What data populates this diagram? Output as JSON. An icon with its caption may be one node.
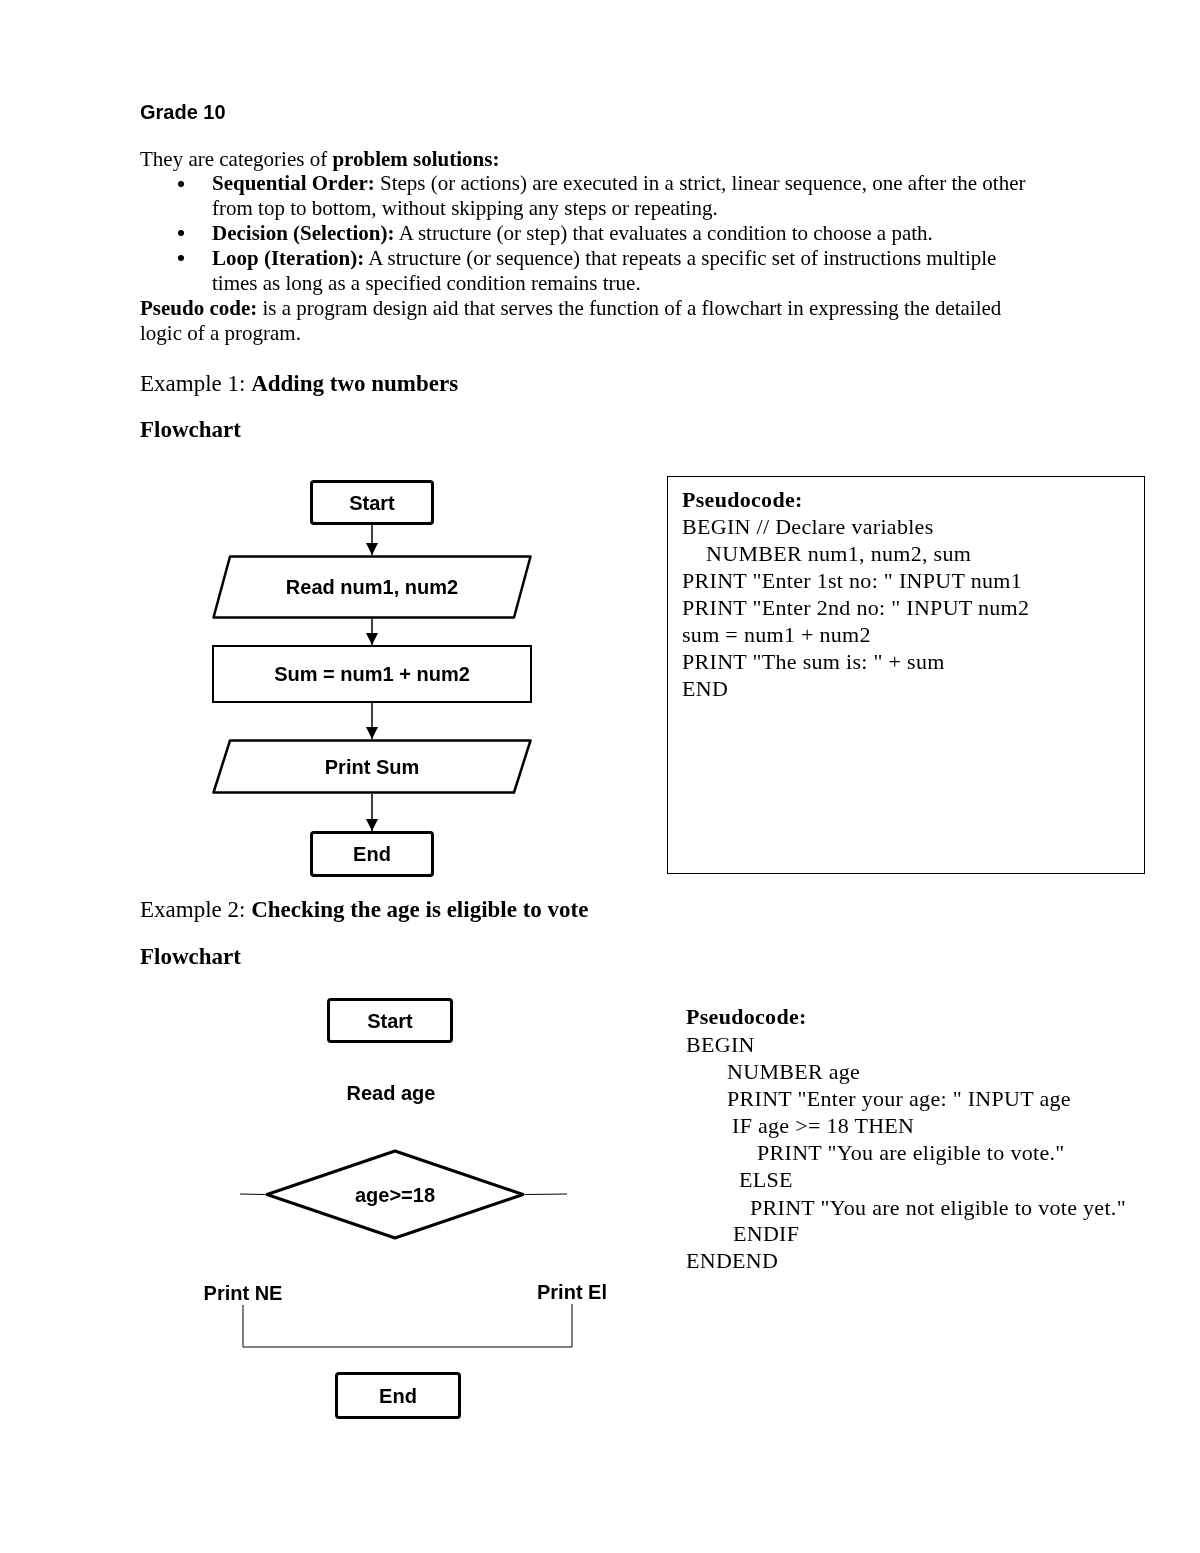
{
  "diagram": {
    "title": "Grade 10",
    "nodes": [
      {
        "text": [
          "Start"
        ]
      },
      {
        "text": [
          "Read num1, num2"
        ]
      },
      {
        "text": [
          "Sum = num1 + num2"
        ]
      },
      {
        "text": [
          "Print Sum"
        ]
      },
      {
        "text": [
          "End"
        ]
      },
      {
        "text": [
          "Pseudocode:",
          "BEGIN // Declare variables",
          "NUMBER num1, num2, sum",
          "PRINT \"Enter 1st no: \" INPUT num1",
          "PRINT \"Enter 2nd no: \" INPUT num2",
          "sum = num1 + num2",
          "PRINT \"The sum is: \" + sum",
          "END"
        ]
      },
      {
        "text": [
          "Start"
        ]
      },
      {
        "text": [
          "age>=18"
        ]
      },
      {
        "text": [
          "Print NE"
        ]
      },
      {
        "text": [
          "Print El"
        ]
      },
      {
        "text": [
          "End"
        ]
      }
    ],
    "edges": [
      {
        "from": 0,
        "to": 1,
        "arrow": "to"
      },
      {
        "from": 1,
        "to": 2,
        "arrow": "to"
      },
      {
        "from": 2,
        "to": 3,
        "arrow": "to"
      },
      {
        "from": 3,
        "to": 4,
        "arrow": "to"
      },
      {
        "from": 7,
        "to": null,
        "arrow": "none"
      },
      {
        "from": 7,
        "to": null,
        "arrow": "none"
      },
      {
        "from": 8,
        "to": 9,
        "arrow": "none"
      }
    ],
    "labels": [
      "They are categories of **problem solutions:**",
      "**Sequential Order:** Steps (or actions) are executed in a strict, linear sequence, one after the other from top to bottom, without skipping any steps or repeating.",
      "**Decision (Selection):** A structure (or step) that evaluates a condition to choose a path.",
      "**Loop (Iteration):** A structure (or sequence) that repeats a specific set of instructions multiple times as long as a specified condition remains true.",
      "**Pseudo code:** is a program design aid that serves the function of a flowchart in expressing the detailed logic of a program.",
      "Example 1: **Adding two numbers**",
      "Flowchart",
      "Example 2: **Checking the age is eligible to vote**",
      "Flowchart",
      "Read age",
      "Pseudocode:",
      "BEGIN",
      "NUMBER age",
      "PRINT \"Enter your age: \" INPUT age",
      "IF age >= 18 THEN",
      "PRINT \"You are eligible to vote.\"",
      "ELSE",
      "PRINT \"You are not eligible to vote yet.\"",
      "ENDIF",
      "ENDEND"
    ]
  }
}
